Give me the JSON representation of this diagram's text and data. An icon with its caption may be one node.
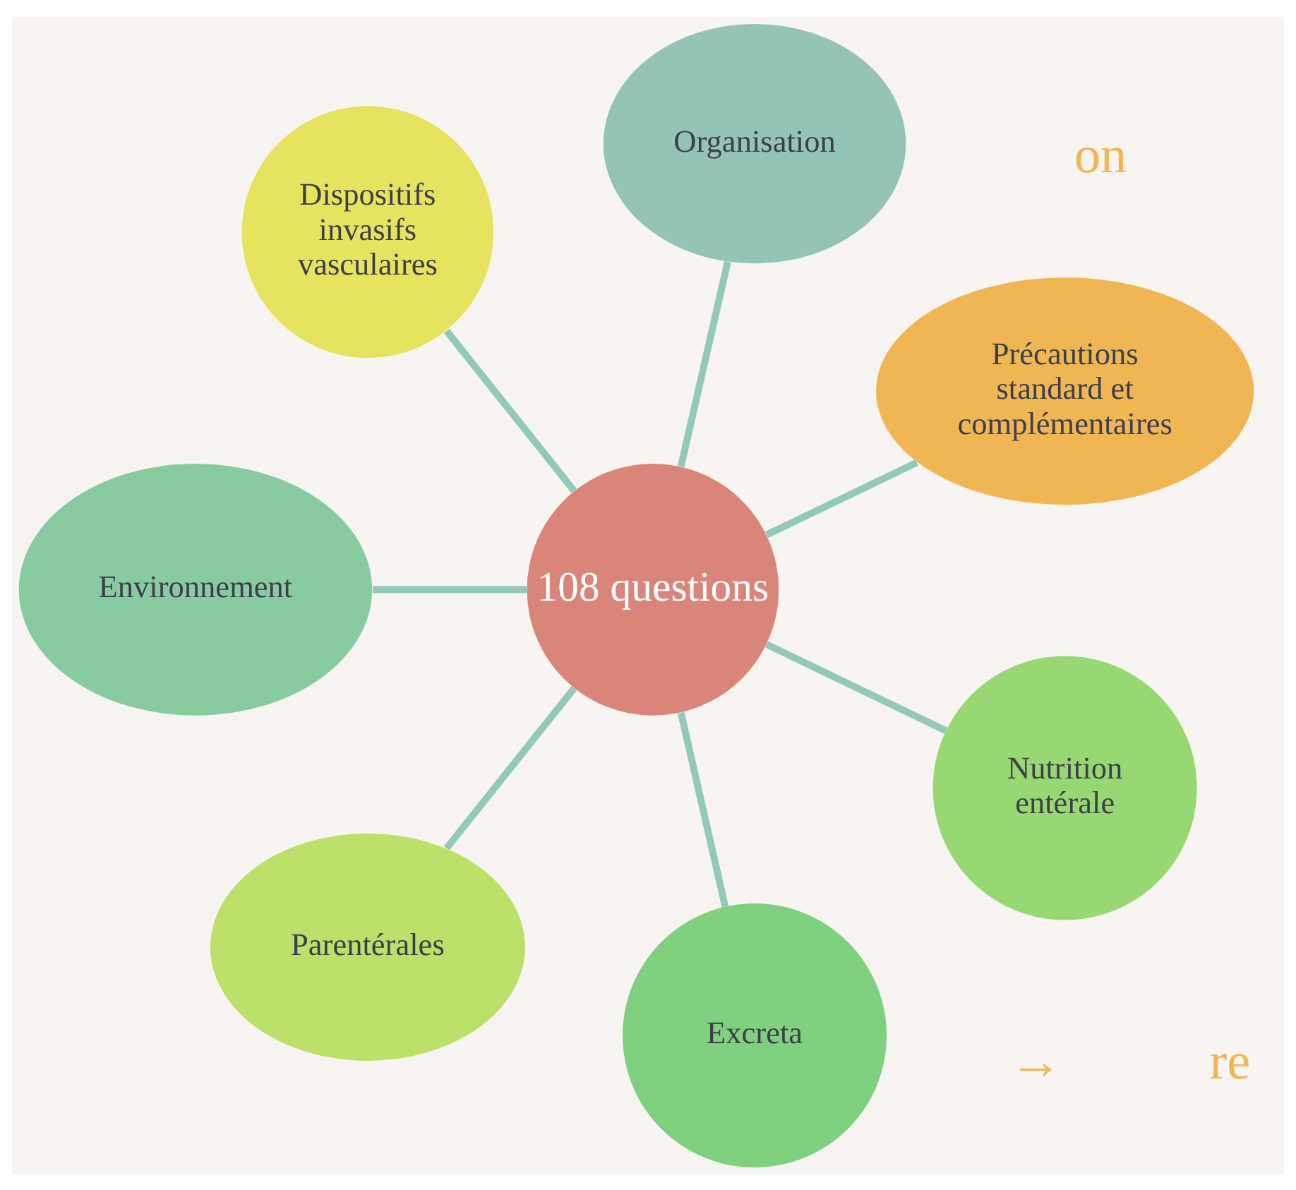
{
  "diagram": {
    "nodes": [
      {
        "text": [
          "Précautions standard et complémentaires"
        ]
      },
      {
        "text": [
          "Organisation"
        ]
      },
      {
        "text": [
          "Dispositifs invasifs vasculaires"
        ]
      },
      {
        "text": [
          "108 questions"
        ]
      },
      {
        "text": [
          "Environnement"
        ]
      },
      {
        "text": [
          "Parentérales"
        ]
      },
      {
        "text": [
          "Excreta"
        ]
      },
      {
        "text": [
          "Nutrition entérale"
        ]
      }
    ],
    "edges": [
      {
        "from": 3,
        "to": 0,
        "arrow": "none"
      },
      {
        "from": 3,
        "to": 2,
        "arrow": "none"
      },
      {
        "from": 3,
        "to": 5,
        "arrow": "none"
      },
      {
        "from": 3,
        "to": 7,
        "arrow": "none"
      },
      {
        "from": 3,
        "to": 6,
        "arrow": "none"
      },
      {
        "from": 3,
        "to": 4,
        "arrow": "none"
      },
      {
        "from": 3,
        "to": 1,
        "arrow": "none"
      }
    ],
    "labels": [
      "on",
      "→",
      "re"
    ]
  }
}
